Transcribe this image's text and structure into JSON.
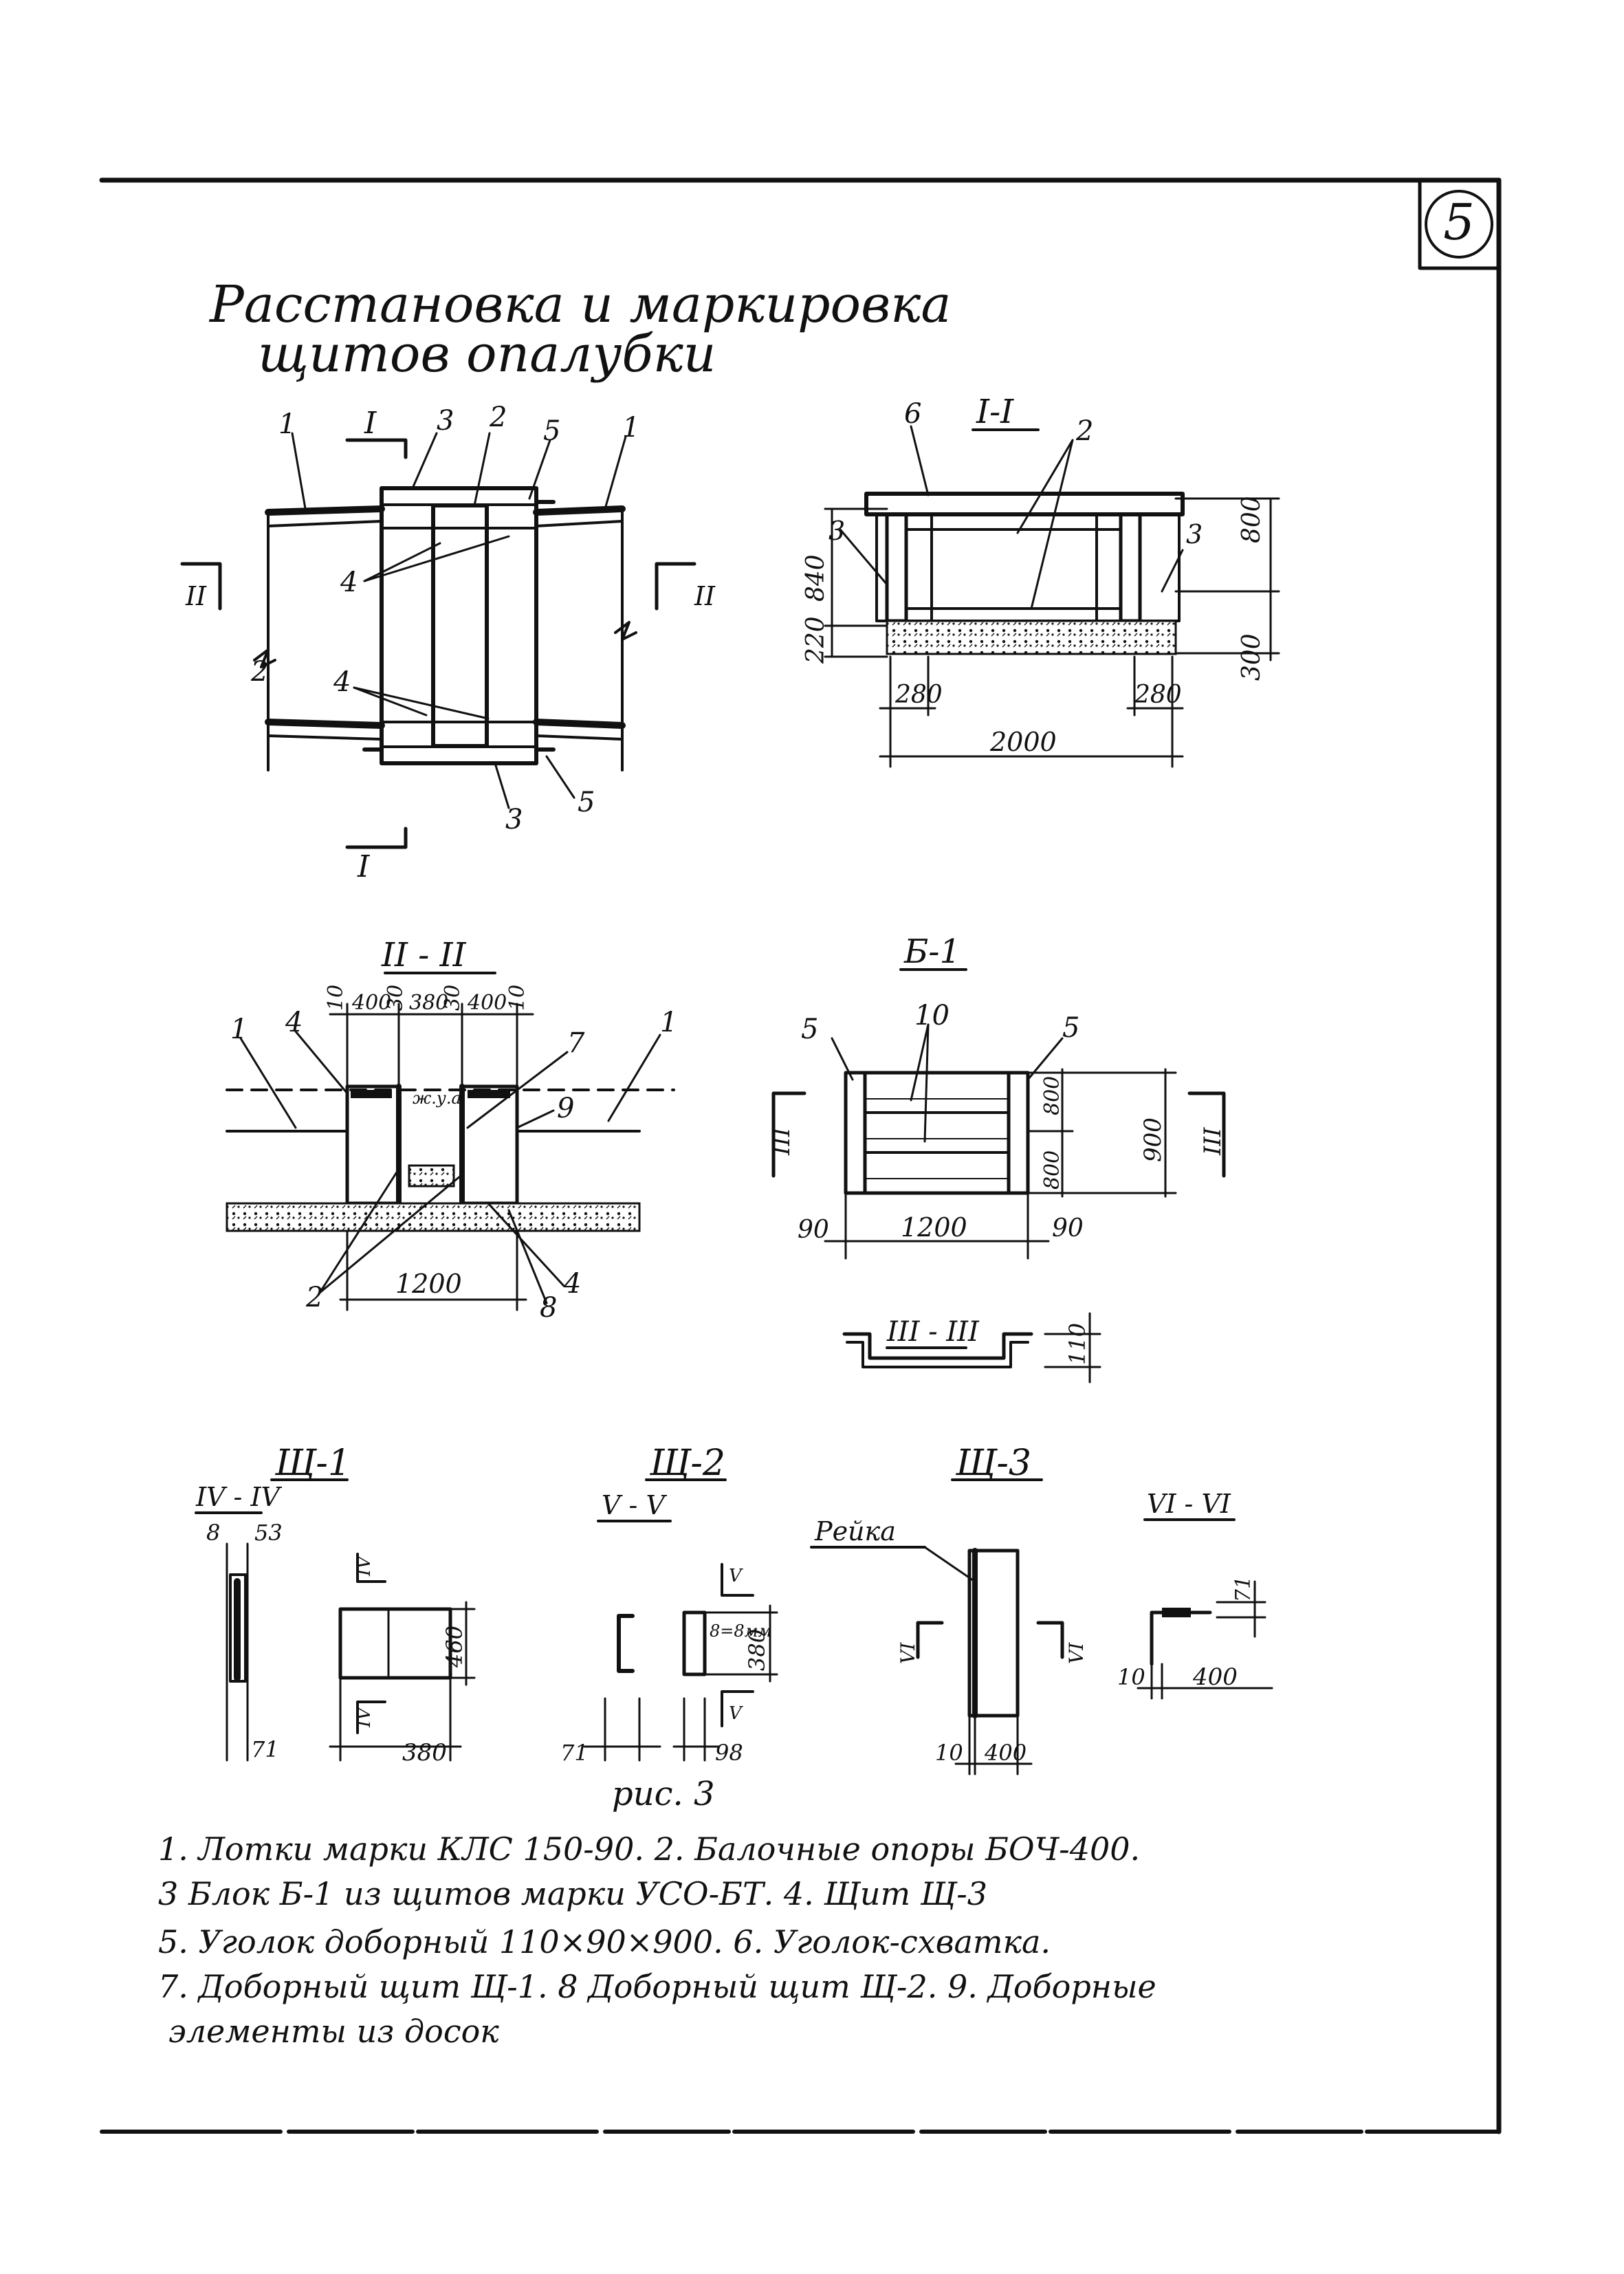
{
  "sheet": {
    "page_number": "5",
    "title_line1": "Расстановка и маркировка",
    "title_line2": "щитов опалубки",
    "figure_caption": "рис. 3"
  },
  "plan": {
    "labels": {
      "m1a": "1",
      "m1b": "1",
      "m3a": "3",
      "m3b": "3",
      "m2": "2",
      "m5a": "5",
      "m5b": "5",
      "m4a": "4",
      "m4b": "4",
      "secI_top": "I",
      "secI_bot": "I",
      "secII_left": "II",
      "secII_right": "II",
      "break": "2"
    }
  },
  "section_I": {
    "title": "I-I",
    "labels": {
      "m6": "6",
      "m2": "2",
      "m3a": "3",
      "m3b": "3",
      "d840": "840",
      "d220": "220",
      "d800": "800",
      "d300": "300",
      "d280a": "280",
      "d280b": "280",
      "d2000": "2000"
    }
  },
  "section_II": {
    "title": "II - II",
    "labels": {
      "m1a": "1",
      "m1b": "1",
      "m4a": "4",
      "m4b": "4",
      "m7": "7",
      "m9": "9",
      "m2": "2",
      "m8": "8",
      "d10a": "10",
      "d400a": "400",
      "d30a": "30",
      "d380": "380",
      "d30b": "30",
      "d400b": "400",
      "d10b": "10",
      "d1200": "1200",
      "note": "ж.у.а"
    }
  },
  "block_B1": {
    "title": "Б-1",
    "labels": {
      "m5a": "5",
      "m5b": "5",
      "m10": "10",
      "d800a": "800",
      "d800b": "800",
      "d900": "900",
      "d90a": "90",
      "d1200": "1200",
      "d90b": "90",
      "secIII_l": "III",
      "secIII_r": "III",
      "sub_title": "III - III",
      "d110": "110"
    }
  },
  "shield_1": {
    "title": "Щ-1",
    "section": "IV - IV",
    "labels": {
      "d8": "8",
      "d53": "53",
      "d71": "71",
      "d460": "460",
      "d380": "380",
      "sec_a": "IV",
      "sec_b": "IV"
    }
  },
  "shield_2": {
    "title": "Щ-2",
    "section": "V - V",
    "labels": {
      "d71": "71",
      "d380": "380",
      "d98": "98",
      "note": "8=8мм",
      "sec_a": "V",
      "sec_b": "V"
    }
  },
  "shield_3": {
    "title": "Щ-3",
    "rail": "Рейка",
    "labels": {
      "d10": "10",
      "d400": "400",
      "sec_a": "VI",
      "sec_b": "VI"
    }
  },
  "section_VI": {
    "title": "VI - VI",
    "labels": {
      "d71": "71",
      "d10": "10",
      "d400": "400"
    }
  },
  "legend": {
    "line1": "1. Лотки марки КЛС 150-90. 2. Балочные опоры БОЧ-400.",
    "line2": "3 Блок Б-1 из щитов марки УСО-БТ. 4. Щит Щ-3",
    "line3": "5. Уголок доборный 110×90×900. 6. Уголок-схватка.",
    "line4": "7. Доборный щит Щ-1. 8 Доборный щит Щ-2. 9. Доборные",
    "line5": "элементы из досок"
  }
}
